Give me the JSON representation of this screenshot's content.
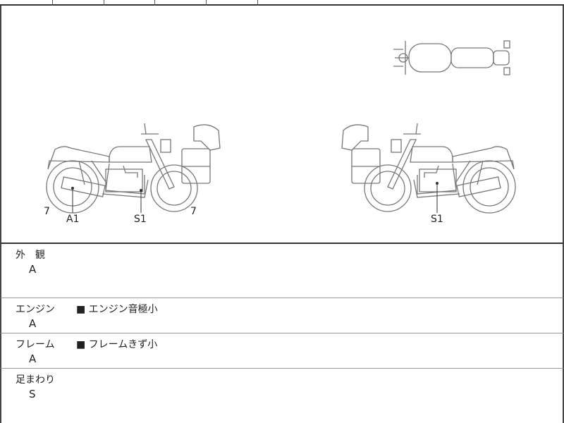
{
  "diagram": {
    "left_labels": {
      "rear": "7",
      "a1": "A1",
      "s1": "S1",
      "front": "7"
    },
    "right_labels": {
      "s1": "S1"
    }
  },
  "sections": [
    {
      "name": "外　観",
      "grade": "A",
      "note": ""
    },
    {
      "name": "エンジン",
      "grade": "A",
      "note": "■ エンジン音極小"
    },
    {
      "name": "フレーム",
      "grade": "A",
      "note": "■ フレームきず小"
    },
    {
      "name": "足まわり",
      "grade": "S",
      "note": ""
    }
  ]
}
